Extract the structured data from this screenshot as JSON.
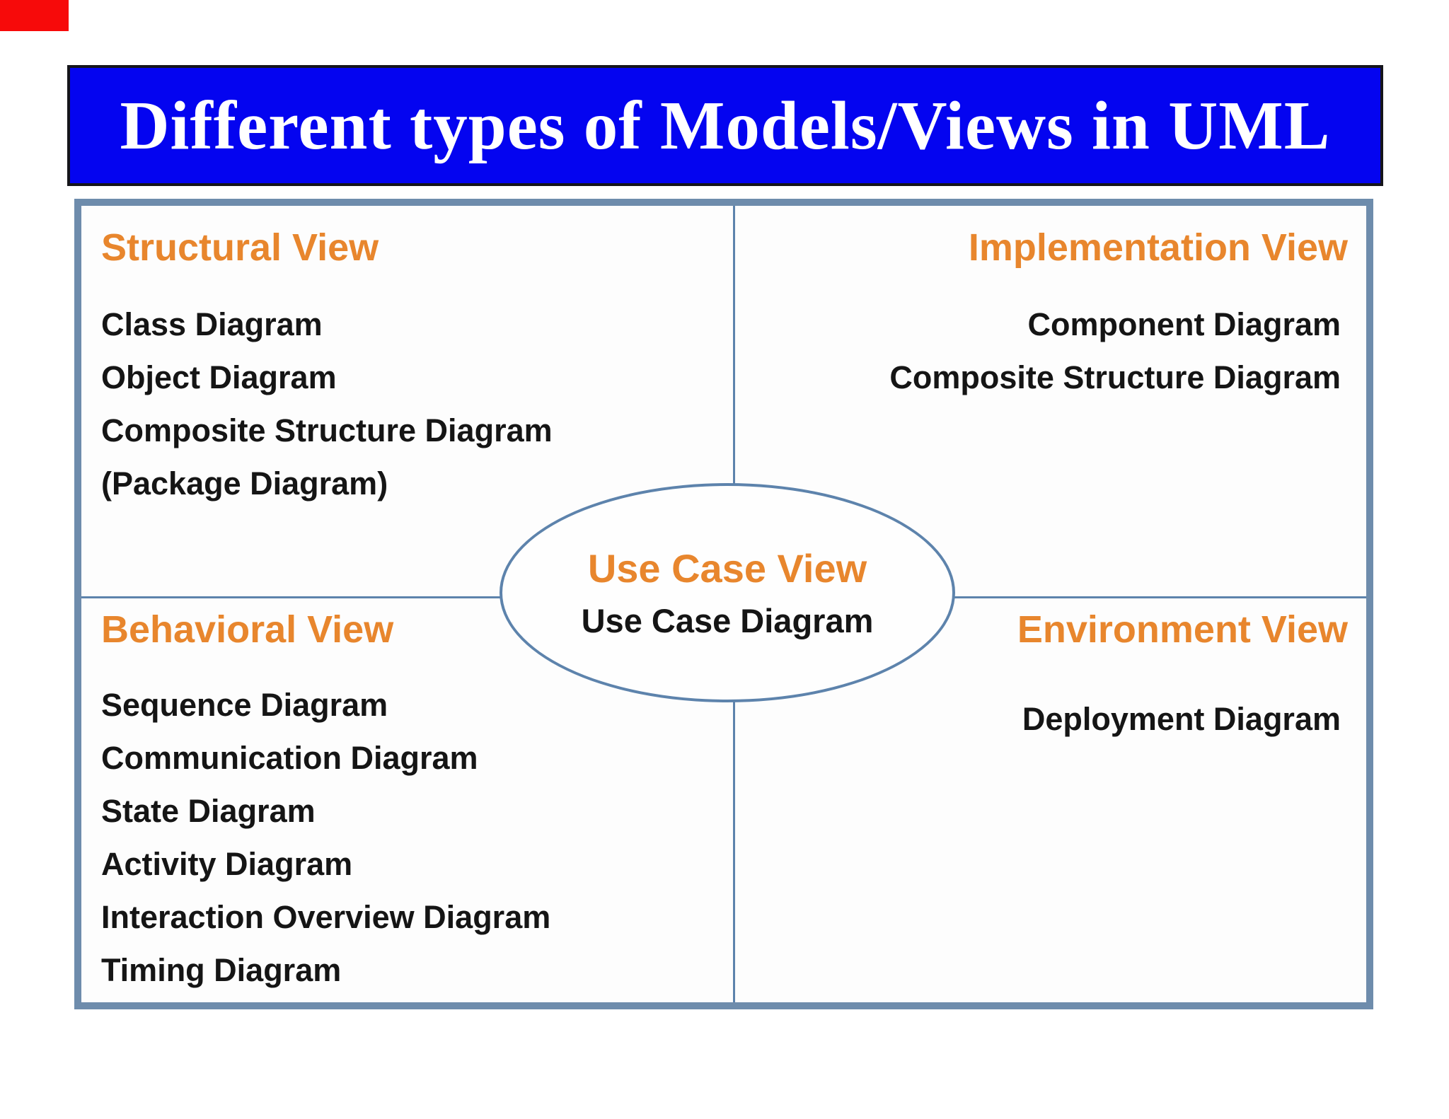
{
  "banner": {
    "title": "Different types of Models/Views in UML",
    "background": "#0404f0",
    "text_color": "#ffffff"
  },
  "red_marker": {
    "color": "#f70a0a"
  },
  "colors": {
    "heading_orange": "#e8862d",
    "body_text": "#151515",
    "box_border": "#6e8cac",
    "divider_line": "#5d83ac",
    "page_background": "#ffffff"
  },
  "quadrants": {
    "structural": {
      "title": "Structural View",
      "items": [
        "Class Diagram",
        "Object Diagram",
        "Composite Structure Diagram",
        "(Package Diagram)"
      ]
    },
    "implementation": {
      "title": "Implementation View",
      "items": [
        "Component Diagram",
        "Composite Structure Diagram"
      ]
    },
    "behavioral": {
      "title": "Behavioral View",
      "items": [
        "Sequence Diagram",
        "Communication Diagram",
        "State Diagram",
        "Activity Diagram",
        "Interaction Overview Diagram",
        "Timing Diagram"
      ]
    },
    "environment": {
      "title": "Environment View",
      "items": [
        "Deployment Diagram"
      ]
    }
  },
  "center_ellipse": {
    "title": "Use Case View",
    "subtitle": "Use Case Diagram"
  }
}
